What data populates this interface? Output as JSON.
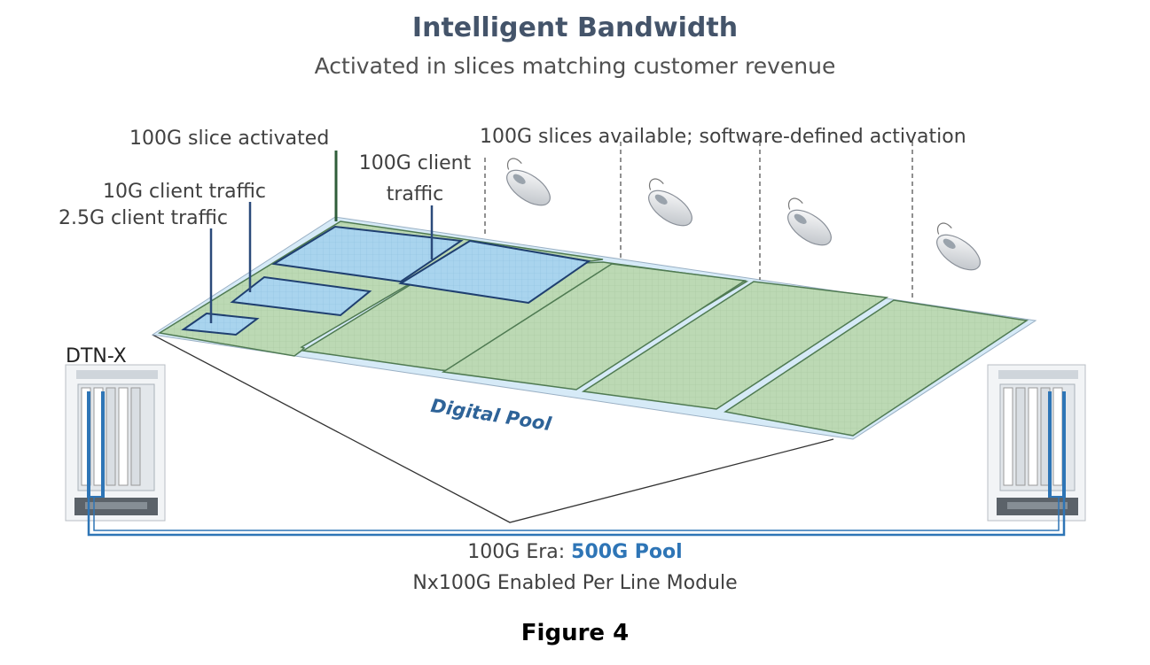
{
  "title": "Intelligent Bandwidth",
  "subtitle": "Activated in slices matching customer revenue",
  "callouts": {
    "slice_activated": "100G slice activated",
    "client_10g": "10G client traffic",
    "client_2_5g": "2.5G client traffic",
    "client_100g_line1": "100G client",
    "client_100g_line2": "traffic",
    "slices_available": "100G slices available; software-defined activation"
  },
  "pool_label": "Digital Pool",
  "node_label": "DTN-X",
  "era": {
    "prefix": "100G Era: ",
    "pool": "500G Pool"
  },
  "module_text": "Nx100G Enabled Per Line Module",
  "figure_caption": "Figure 4",
  "icons": {
    "mouse": "computer-mouse-icon",
    "chassis": "dtn-x-chassis-icon"
  },
  "colors": {
    "slice_fill": "#bcd9b4",
    "slice_stroke": "#4f7a52",
    "client_fill": "#a9d4ee",
    "client_stroke": "#1f3f70",
    "pool_edge": "#d6eaf7",
    "link": "#2e75b6",
    "title": "#44546a"
  }
}
